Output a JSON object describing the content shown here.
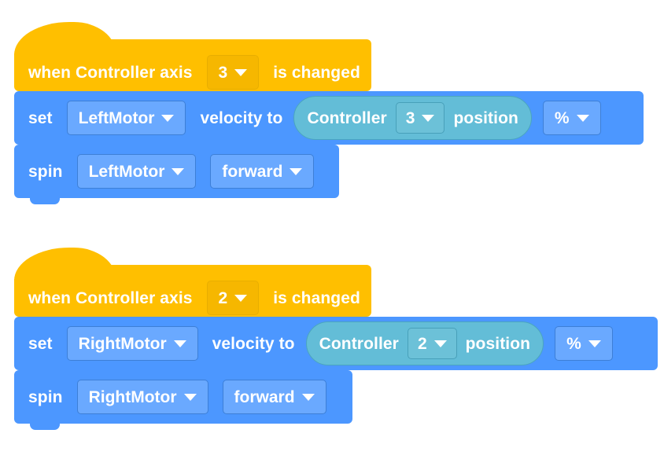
{
  "workspace": {
    "background_color": "#ffffff",
    "colors": {
      "event_block": "#ffbf00",
      "event_field": "#f6b700",
      "motion_block": "#4c97ff",
      "motion_field": "#6aa9ff",
      "sensing_reporter": "#63bdd7",
      "sensing_field": "#6cc1d8",
      "text": "#ffffff"
    }
  },
  "stacks": [
    {
      "id": "stack-0",
      "hat": {
        "text_before": "when Controller axis",
        "axis_value": "3",
        "text_after": "is changed",
        "dropdown_icon": "chevron-down-icon"
      },
      "set_block": {
        "keyword": "set",
        "motor_value": "LeftMotor",
        "text_middle": "velocity to",
        "reporter": {
          "text_before": "Controller",
          "axis_value": "3",
          "text_after": "position"
        },
        "unit_value": "%",
        "dropdown_icon": "chevron-down-icon"
      },
      "spin_block": {
        "keyword": "spin",
        "motor_value": "LeftMotor",
        "direction_value": "forward",
        "dropdown_icon": "chevron-down-icon"
      }
    },
    {
      "id": "stack-1",
      "hat": {
        "text_before": "when Controller axis",
        "axis_value": "2",
        "text_after": "is changed",
        "dropdown_icon": "chevron-down-icon"
      },
      "set_block": {
        "keyword": "set",
        "motor_value": "RightMotor",
        "text_middle": "velocity to",
        "reporter": {
          "text_before": "Controller",
          "axis_value": "2",
          "text_after": "position"
        },
        "unit_value": "%",
        "dropdown_icon": "chevron-down-icon"
      },
      "spin_block": {
        "keyword": "spin",
        "motor_value": "RightMotor",
        "direction_value": "forward",
        "dropdown_icon": "chevron-down-icon"
      }
    }
  ]
}
